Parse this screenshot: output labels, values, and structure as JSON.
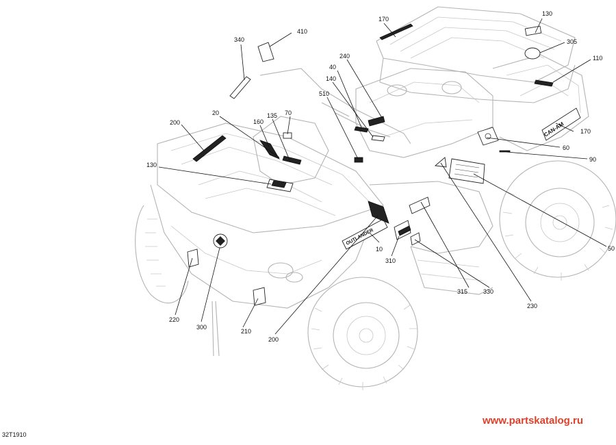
{
  "diagram": {
    "code": "32T1910",
    "watermark": "www.partskatalog.ru",
    "callouts": [
      {
        "id": "c170a",
        "text": "170"
      },
      {
        "id": "c130a",
        "text": "130"
      },
      {
        "id": "c305",
        "text": "305"
      },
      {
        "id": "c110",
        "text": "110"
      },
      {
        "id": "c410",
        "text": "410"
      },
      {
        "id": "c340",
        "text": "340"
      },
      {
        "id": "c240",
        "text": "240"
      },
      {
        "id": "c40",
        "text": "40"
      },
      {
        "id": "c140",
        "text": "140"
      },
      {
        "id": "c510",
        "text": "510"
      },
      {
        "id": "c20",
        "text": "20"
      },
      {
        "id": "c135",
        "text": "135"
      },
      {
        "id": "c70",
        "text": "70"
      },
      {
        "id": "c160",
        "text": "160"
      },
      {
        "id": "c200a",
        "text": "200"
      },
      {
        "id": "c130b",
        "text": "130"
      },
      {
        "id": "c170b",
        "text": "170"
      },
      {
        "id": "c60",
        "text": "60"
      },
      {
        "id": "c90",
        "text": "90"
      },
      {
        "id": "c50",
        "text": "50"
      },
      {
        "id": "c10",
        "text": "10"
      },
      {
        "id": "c310",
        "text": "310"
      },
      {
        "id": "c315",
        "text": "315"
      },
      {
        "id": "c330",
        "text": "330"
      },
      {
        "id": "c230",
        "text": "230"
      },
      {
        "id": "c220",
        "text": "220"
      },
      {
        "id": "c300",
        "text": "300"
      },
      {
        "id": "c210",
        "text": "210"
      },
      {
        "id": "c200b",
        "text": "200"
      }
    ],
    "decal_text": {
      "outlander": "OUTLANDER",
      "brand": "CAN-AM"
    }
  }
}
